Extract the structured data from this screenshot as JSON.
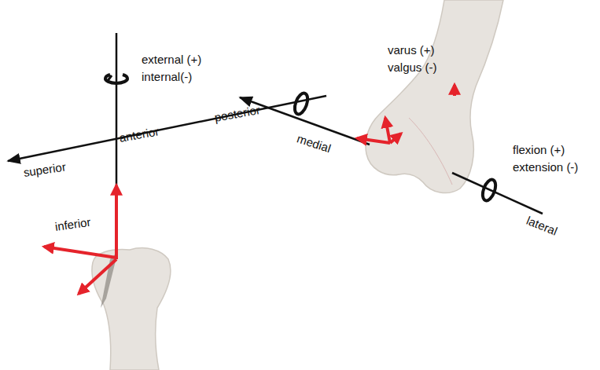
{
  "diagram": {
    "labels": [
      "external (+)",
      "internal(-)",
      "varus (+)",
      "valgus (-)",
      "flexion (+)",
      "extension (-)",
      "superior",
      "anterior",
      "posterior",
      "medial",
      "inferior",
      "lateral"
    ]
  }
}
